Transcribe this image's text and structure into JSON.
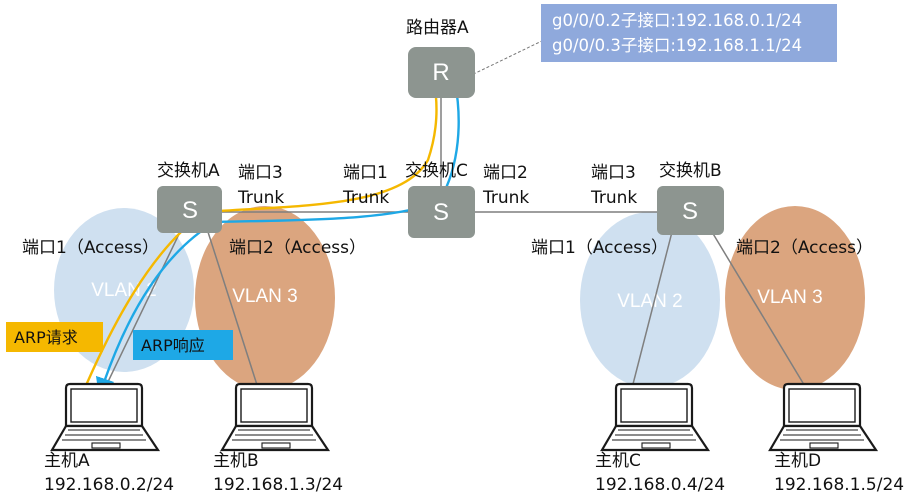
{
  "colors": {
    "vlan2": "#cfe0f0",
    "vlan3": "#dba57f",
    "device": "#8d9590",
    "callout_bg": "#8fa9dc",
    "arp_request": "#f5b800",
    "arp_response": "#1ea8e6",
    "link": "#7f7f7f"
  },
  "icons": {
    "router": "router-box",
    "switch": "switch-box",
    "host": "laptop-icon"
  },
  "router": {
    "label": "路由器A",
    "letter": "R",
    "subinterfaces": [
      "g0/0/0.2子接口:192.168.0.1/24",
      "g0/0/0.3子接口:192.168.1.1/24"
    ]
  },
  "switches": {
    "a": {
      "label": "交换机A",
      "letter": "S"
    },
    "b": {
      "label": "交换机B",
      "letter": "S"
    },
    "c": {
      "label": "交换机C",
      "letter": "S"
    }
  },
  "ports": {
    "a_port1": "端口1（Access）",
    "a_port2": "端口2（Access）",
    "a_port3": {
      "name": "端口3",
      "mode": "Trunk"
    },
    "c_port1": {
      "name": "端口1",
      "mode": "Trunk"
    },
    "c_port2": {
      "name": "端口2",
      "mode": "Trunk"
    },
    "b_port3": {
      "name": "端口3",
      "mode": "Trunk"
    },
    "b_port1": "端口1（Access）",
    "b_port2": "端口2（Access）"
  },
  "vlans": {
    "left_2": "VLAN 2",
    "left_3": "VLAN 3",
    "right_2": "VLAN 2",
    "right_3": "VLAN 3"
  },
  "arp": {
    "request": "ARP请求",
    "response": "ARP响应"
  },
  "hosts": [
    {
      "name": "主机A",
      "ip": "192.168.0.2/24"
    },
    {
      "name": "主机B",
      "ip": "192.168.1.3/24"
    },
    {
      "name": "主机C",
      "ip": "192.168.0.4/24"
    },
    {
      "name": "主机D",
      "ip": "192.168.1.5/24"
    }
  ]
}
